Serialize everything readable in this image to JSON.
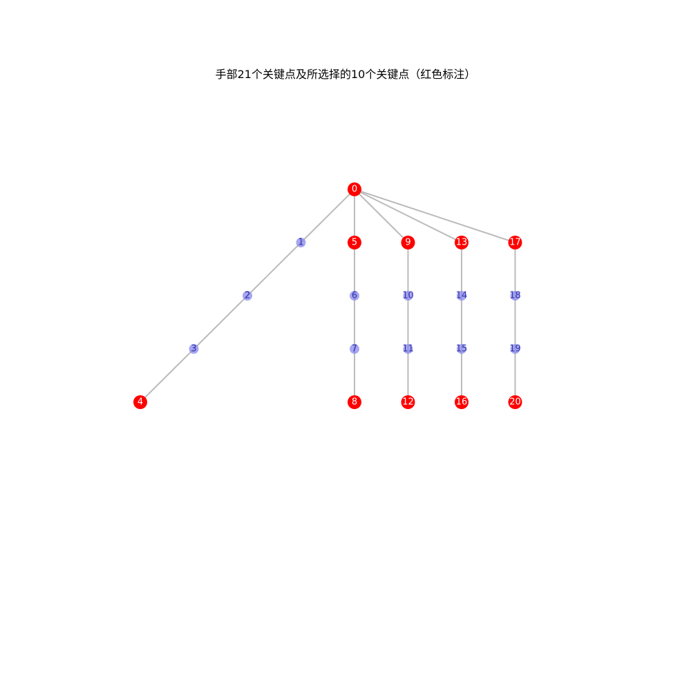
{
  "title": "手部21个关键点及所选择的10个关键点（红色标注）",
  "colors": {
    "selected": "#ff0000",
    "unselected": "#8888ee",
    "edge": "#bbbbbb",
    "selected_label": "#ffffff",
    "unselected_label": "#3333aa"
  },
  "graph": {
    "selected_nodes": [
      0,
      4,
      5,
      8,
      9,
      12,
      13,
      16,
      17,
      20
    ],
    "nodes": [
      {
        "id": 0,
        "label": "0",
        "col": 0,
        "row": 0
      },
      {
        "id": 1,
        "label": "1",
        "col": -1,
        "row": 1
      },
      {
        "id": 2,
        "label": "2",
        "col": -2,
        "row": 2
      },
      {
        "id": 3,
        "label": "3",
        "col": -3,
        "row": 3
      },
      {
        "id": 4,
        "label": "4",
        "col": -4,
        "row": 4
      },
      {
        "id": 5,
        "label": "5",
        "col": 0,
        "row": 1
      },
      {
        "id": 6,
        "label": "6",
        "col": 0,
        "row": 2
      },
      {
        "id": 7,
        "label": "7",
        "col": 0,
        "row": 3
      },
      {
        "id": 8,
        "label": "8",
        "col": 0,
        "row": 4
      },
      {
        "id": 9,
        "label": "9",
        "col": 1,
        "row": 1
      },
      {
        "id": 10,
        "label": "10",
        "col": 1,
        "row": 2
      },
      {
        "id": 11,
        "label": "11",
        "col": 1,
        "row": 3
      },
      {
        "id": 12,
        "label": "12",
        "col": 1,
        "row": 4
      },
      {
        "id": 13,
        "label": "13",
        "col": 2,
        "row": 1
      },
      {
        "id": 14,
        "label": "14",
        "col": 2,
        "row": 2
      },
      {
        "id": 15,
        "label": "15",
        "col": 2,
        "row": 3
      },
      {
        "id": 16,
        "label": "16",
        "col": 2,
        "row": 4
      },
      {
        "id": 17,
        "label": "17",
        "col": 3,
        "row": 1
      },
      {
        "id": 18,
        "label": "18",
        "col": 3,
        "row": 2
      },
      {
        "id": 19,
        "label": "19",
        "col": 3,
        "row": 3
      },
      {
        "id": 20,
        "label": "20",
        "col": 3,
        "row": 4
      }
    ],
    "edges": [
      [
        0,
        1
      ],
      [
        1,
        2
      ],
      [
        2,
        3
      ],
      [
        3,
        4
      ],
      [
        0,
        5
      ],
      [
        5,
        6
      ],
      [
        6,
        7
      ],
      [
        7,
        8
      ],
      [
        0,
        9
      ],
      [
        9,
        10
      ],
      [
        10,
        11
      ],
      [
        11,
        12
      ],
      [
        0,
        13
      ],
      [
        13,
        14
      ],
      [
        14,
        15
      ],
      [
        15,
        16
      ],
      [
        0,
        17
      ],
      [
        17,
        18
      ],
      [
        18,
        19
      ],
      [
        19,
        20
      ]
    ]
  }
}
